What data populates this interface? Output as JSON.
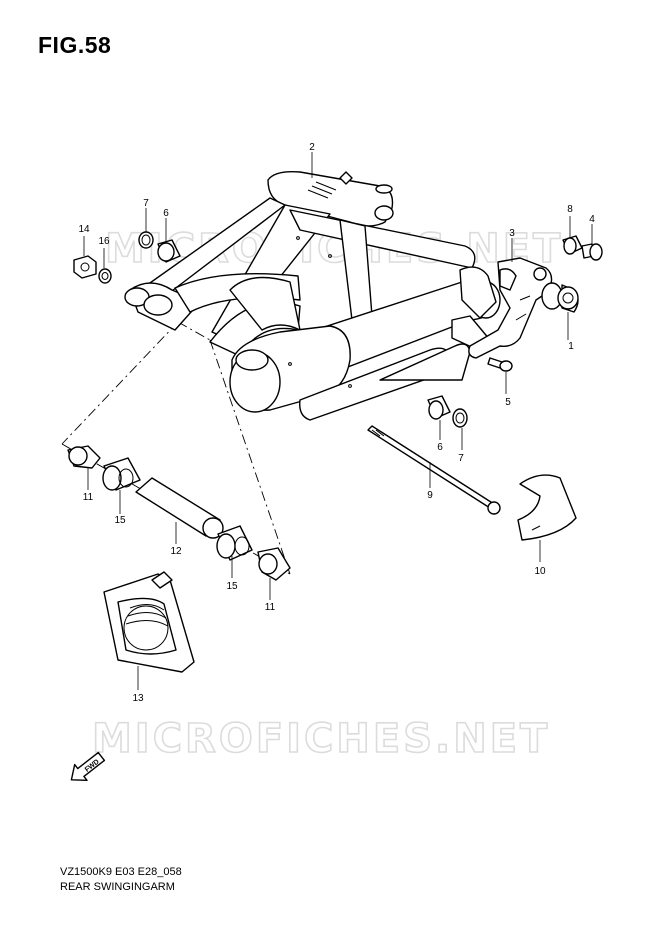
{
  "figure": {
    "title": "FIG.58",
    "model_code": "VZ1500K9 E03 E28_058",
    "group_name": "REAR SWINGINGARM"
  },
  "watermark": {
    "text": "MICROFICHES.NET"
  },
  "fwd_badge": {
    "label": "FWD"
  },
  "callouts": [
    "1",
    "2",
    "3",
    "4",
    "5",
    "6",
    "6",
    "7",
    "7",
    "8",
    "9",
    "10",
    "11",
    "11",
    "12",
    "13",
    "14",
    "15",
    "15",
    "16"
  ],
  "colors": {
    "line": "#000000",
    "background": "#ffffff",
    "watermark": "#dcdcdc"
  }
}
